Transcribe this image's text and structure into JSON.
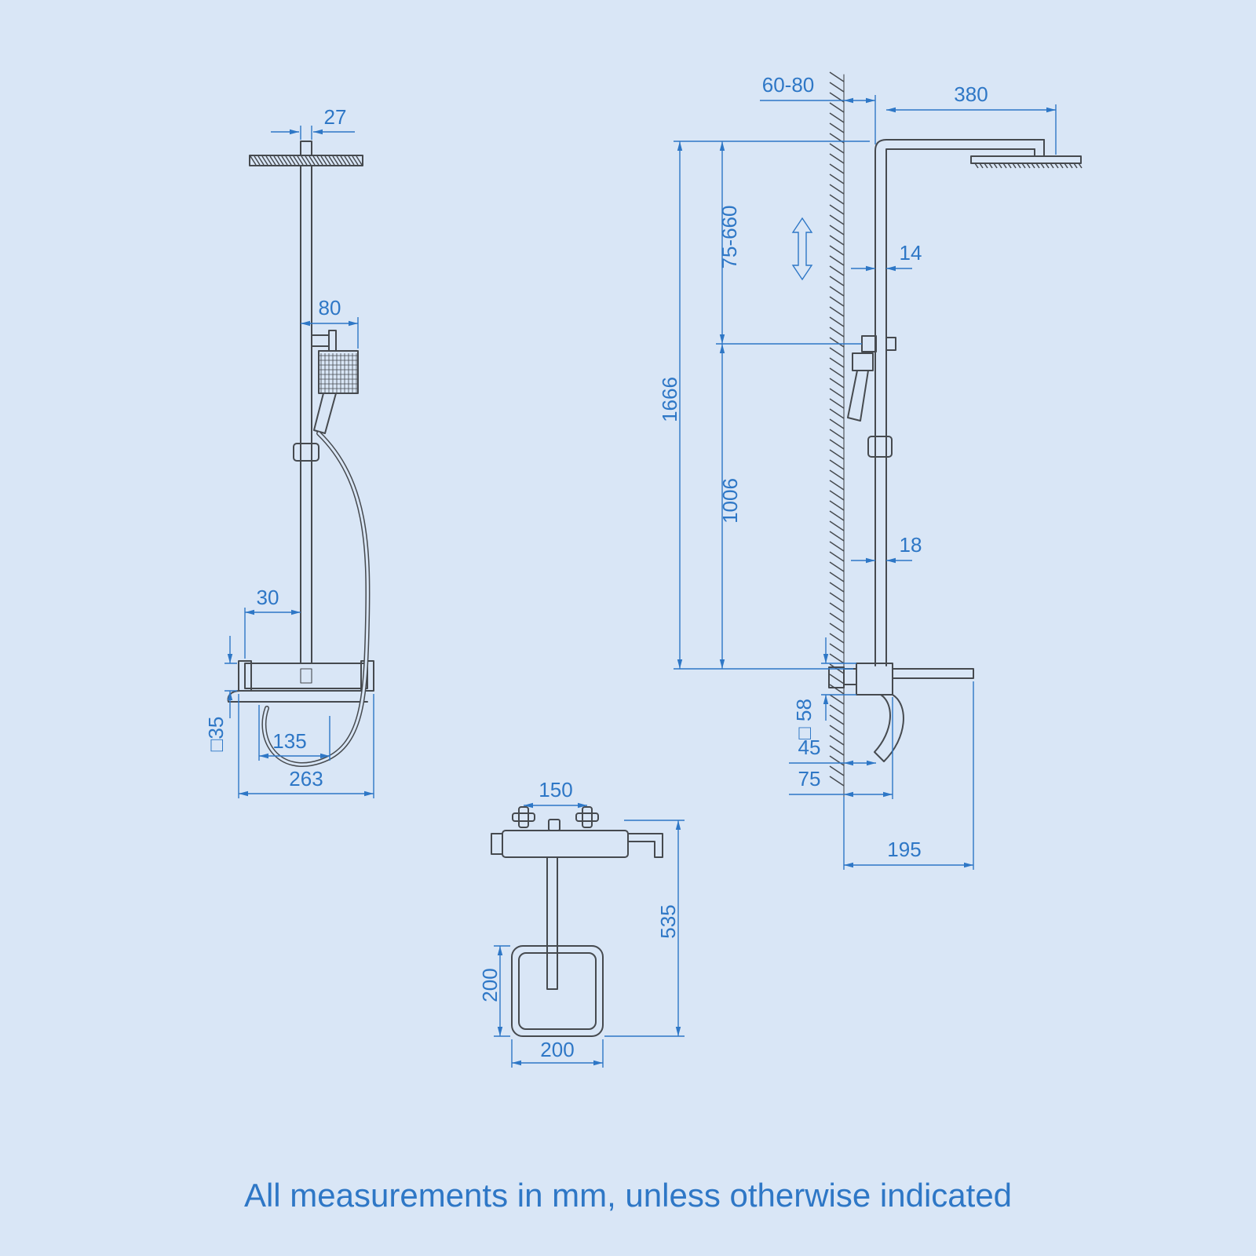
{
  "page": {
    "bg_color": "#d9e6f6",
    "drawing_color": "#464a4f",
    "dimension_color": "#2e77c6",
    "footer_note": "All measurements in mm, unless otherwise indicated"
  },
  "front_view": {
    "dim_rail_top_width": "27",
    "dim_handset_offset": "80",
    "dim_valve_offset": "30",
    "dim_valve_body": "□35",
    "dim_shelf_inner": "135",
    "dim_valve_width": "263"
  },
  "side_view": {
    "dim_wall_distance": "60-80",
    "dim_head_arm": "380",
    "dim_handset_travel": "75-660",
    "dim_upper_rail": "14",
    "dim_total_height": "1666",
    "dim_lower_height": "1006",
    "dim_lower_rail": "18",
    "dim_valve_body": "□ 58",
    "dim_wall_to_spout": "45",
    "dim_wall_to_valve": "75",
    "dim_shelf_reach": "195"
  },
  "top_view": {
    "dim_handle_span": "150",
    "dim_overall_length": "535",
    "dim_head_depth": "200",
    "dim_head_width": "200"
  }
}
